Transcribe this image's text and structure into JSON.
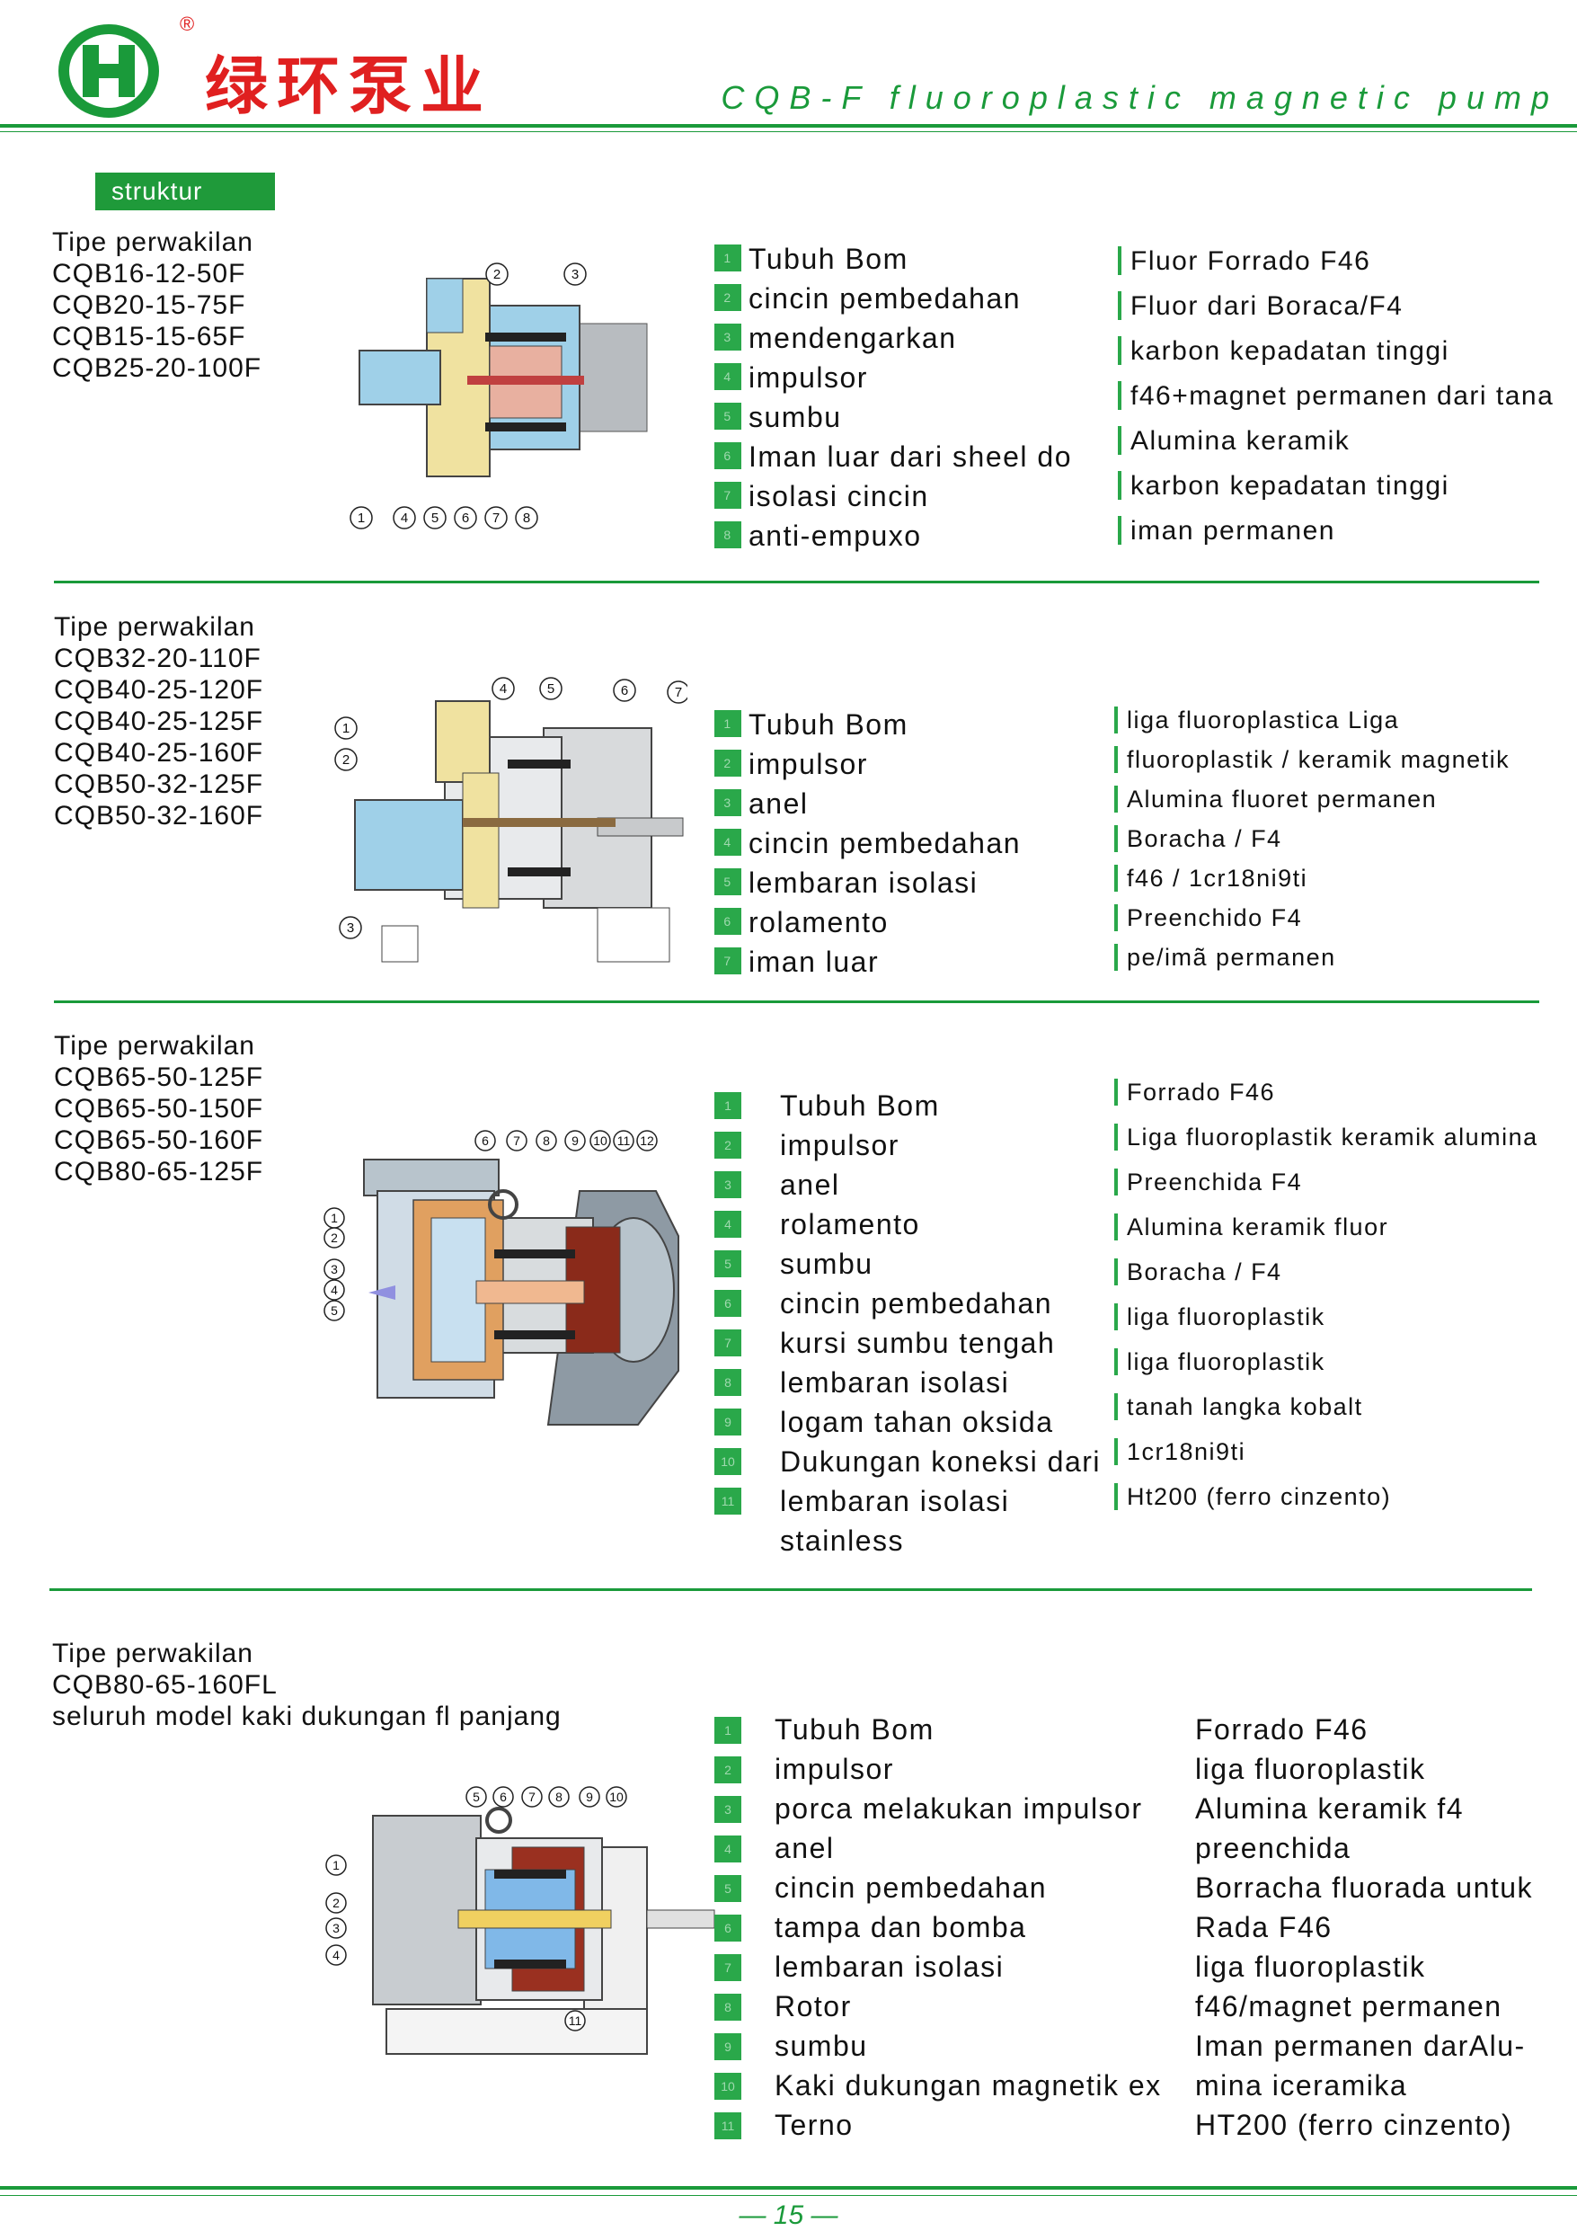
{
  "header": {
    "brand_name": "绿环泵业",
    "registered_mark": "®",
    "tagline": "CQB-F fluoroplastic magnetic pump"
  },
  "section_label": "struktur",
  "sections": [
    {
      "models": [
        "Tipe perwakilan",
        "CQB16-12-50F",
        "CQB20-15-75F",
        "CQB15-15-65F",
        "CQB25-20-100F"
      ],
      "callouts": [
        "1",
        "2",
        "3",
        "4",
        "5",
        "6",
        "7",
        "8"
      ],
      "parts": [
        "Tubuh Bom",
        "cincin pembedahan",
        "mendengarkan",
        "impulsor",
        "sumbu",
        "Iman luar dari sheel do",
        "isolasi cincin",
        "anti-empuxo"
      ],
      "materials": [
        "Fluor Forrado F46",
        "Fluor dari Boraca/F4",
        "karbon kepadatan tinggi",
        "f46+magnet permanen dari tana",
        "Alumina keramik",
        "karbon kepadatan tinggi",
        "iman permanen"
      ]
    },
    {
      "models": [
        "Tipe perwakilan",
        "CQB32-20-110F",
        "CQB40-25-120F",
        "CQB40-25-125F",
        "CQB40-25-160F",
        "CQB50-32-125F",
        "CQB50-32-160F"
      ],
      "callouts": [
        "1",
        "2",
        "3",
        "4",
        "5",
        "6",
        "7"
      ],
      "parts": [
        "Tubuh Bom",
        "impulsor",
        "anel",
        "cincin pembedahan",
        "lembaran isolasi",
        "rolamento",
        "iman luar"
      ],
      "materials": [
        "liga fluoroplastica Liga",
        "fluoroplastik / keramik magnetik",
        "Alumina fluoret permanen",
        "Boracha / F4",
        "f46 / 1cr18ni9ti",
        "Preenchido F4",
        "pe/imã permanen"
      ]
    },
    {
      "models": [
        "Tipe perwakilan",
        "CQB65-50-125F",
        "CQB65-50-150F",
        "CQB65-50-160F",
        "CQB80-65-125F"
      ],
      "callouts": [
        "1",
        "2",
        "3",
        "4",
        "5",
        "6",
        "7",
        "8",
        "9",
        "10",
        "11",
        "12"
      ],
      "parts": [
        "Tubuh Bom",
        "impulsor",
        "anel",
        "rolamento",
        "sumbu",
        "cincin pembedahan",
        "kursi sumbu tengah",
        "lembaran isolasi",
        "logam tahan oksida",
        "Dukungan koneksi dari",
        "lembaran isolasi",
        "stainless"
      ],
      "materials": [
        "Forrado F46",
        "Liga fluoroplastik keramik alumina",
        "Preenchida F4",
        "Alumina keramik fluor",
        "Boracha / F4",
        "liga fluoroplastik",
        "liga fluoroplastik",
        "tanah langka kobalt",
        "1cr18ni9ti",
        "Ht200 (ferro cinzento)"
      ]
    },
    {
      "models": [
        "Tipe perwakilan",
        "CQB80-65-160FL",
        "seluruh model kaki dukungan fl panjang"
      ],
      "callouts": [
        "1",
        "2",
        "3",
        "4",
        "5",
        "6",
        "7",
        "8",
        "9",
        "10",
        "11"
      ],
      "parts": [
        "Tubuh Bom",
        "impulsor",
        "porca melakukan impulsor",
        "anel",
        "cincin pembedahan",
        "tampa dan bomba",
        "lembaran isolasi",
        "Rotor",
        "sumbu",
        "Kaki dukungan magnetik ex",
        "Terno"
      ],
      "materials": [
        "Forrado F46",
        "liga fluoroplastik",
        "Alumina keramik f4",
        "preenchida",
        "Borracha fluorada untuk",
        "Rada F46",
        "liga fluoroplastik",
        "f46/magnet permanen",
        "Iman permanen darAlu-",
        "mina iceramika",
        "HT200 (ferro cinzento)"
      ]
    }
  ],
  "footer": {
    "page_number": "— 15 —"
  },
  "colors": {
    "green": "#1a9a3a",
    "brand_red": "#e02020",
    "diagram_blue": "#9fd0e8",
    "diagram_yellow": "#f0e2a0",
    "diagram_gray": "#b8bcc0"
  }
}
